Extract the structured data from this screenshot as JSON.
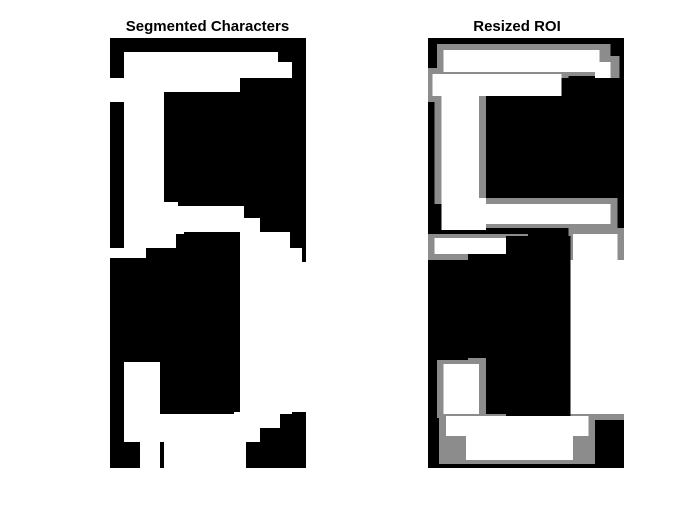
{
  "figure": {
    "left_title": "Segmented Characters",
    "right_title": "Resized ROI"
  },
  "colors": {
    "background": "#ffffff",
    "digit_background": "#000000",
    "digit_foreground": "#ffffff",
    "antialias_gray": "#8c8c8c"
  },
  "digit_shown": "5"
}
